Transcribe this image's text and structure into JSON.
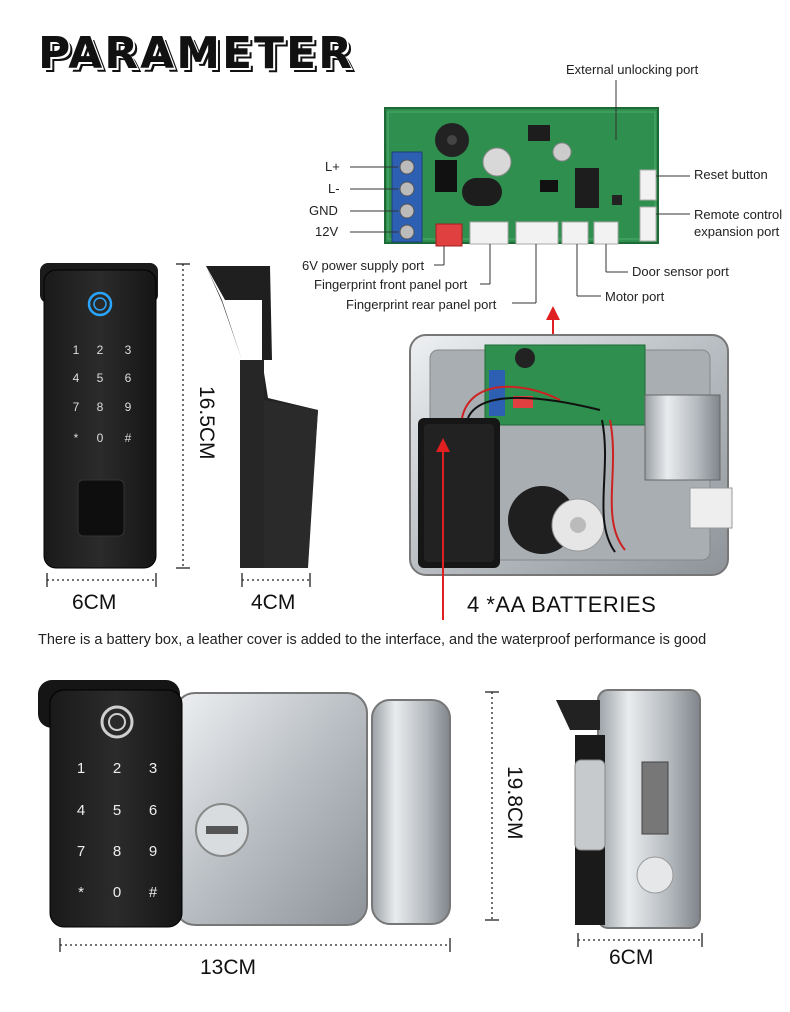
{
  "title": "PARAMETER",
  "board_labels": {
    "external_unlocking": "External unlocking port",
    "reset": "Reset button",
    "remote_line1": "Remote control",
    "remote_line2": "expansion port",
    "door_sensor": "Door sensor port",
    "motor": "Motor port",
    "fp_rear": "Fingerprint rear panel port",
    "fp_front": "Fingerprint front panel port",
    "power": "6V power supply port"
  },
  "pins": [
    "L+",
    "L-",
    "GND",
    "12V"
  ],
  "keypad": [
    "1",
    "2",
    "3",
    "4",
    "5",
    "6",
    "7",
    "8",
    "9",
    "*",
    "0",
    "#"
  ],
  "dimensions": {
    "height_small": "16.5CM",
    "width_front": "6CM",
    "depth_side": "4CM",
    "height_large": "19.8CM",
    "width_large": "13CM",
    "width_side": "6CM"
  },
  "batteries": "4 *AA BATTERIES",
  "caption": "There is a battery box, a leather cover is added to the interface, and the waterproof performance is good",
  "colors": {
    "arrow": "#e02020",
    "pcb": "#2f8f4e",
    "terminal": "#2d5fb3",
    "steel": "#c9cdd1"
  }
}
